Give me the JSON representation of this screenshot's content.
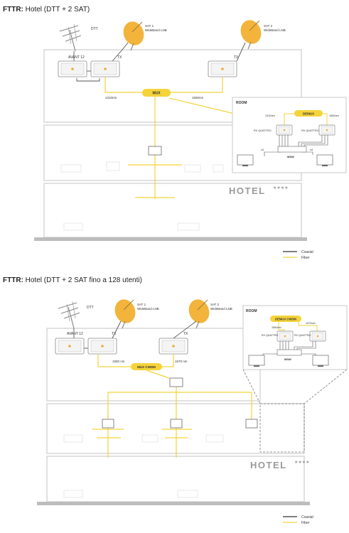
{
  "diagram1": {
    "title_bold": "FTTR:",
    "title_rest": " Hotel (DTT + 2 SAT)",
    "dtt": "DTT",
    "sat1_line1": "SAT 1",
    "sat1_line2": "WideBand LNB",
    "sat2_line1": "SAT 2",
    "sat2_line2": "WideBand LNB",
    "avant": "AVANT 12",
    "tx1": "TX",
    "tx2": "TX",
    "mux": "MUX",
    "wl1": "1310nm",
    "wl2": "1550nm",
    "room": "ROOM",
    "demux": "DEMUX",
    "room_wl1": "1310nm",
    "room_wl2": "1550nm",
    "rx1": "RX QUATTRO",
    "rx2": "RX QUATTRO",
    "msw": "MSW",
    "x4a": "x4",
    "x4b": "x4",
    "hotel": "HOTEL",
    "stars": "★★★★",
    "legend_coax": "Coaxial",
    "legend_fiber": "Fiber"
  },
  "diagram2": {
    "title_bold": "FTTR:",
    "title_rest": " Hotel (DTT + 2 SAT fino a 128 utenti)",
    "dtt": "DTT",
    "sat1_line1": "SAT 1",
    "sat1_line2": "WideBand LNB",
    "sat2_line1": "SAT 2",
    "sat2_line2": "WideBand LNB",
    "avant": "AVANT 12",
    "tx1": "TX",
    "tx2": "TX",
    "mux": "MUX CWDM",
    "wl1": "1550 nm",
    "wl2": "1570 nm",
    "room": "ROOM",
    "demux": "DEMUX CWDM",
    "room_wl1": "1550nm",
    "room_wl2": "1570nm",
    "rx1": "RX QUATTRO",
    "rx2": "RX QUATTRO",
    "msw": "MSW",
    "hotel": "HOTEL",
    "stars": "★★★★",
    "legend_coax": "Coaxial",
    "legend_fiber": "Fiber"
  },
  "colors": {
    "fiber": "#f5d33a",
    "coax": "#555555",
    "dish": "#f2b43a",
    "building": "#d7d7d7"
  }
}
